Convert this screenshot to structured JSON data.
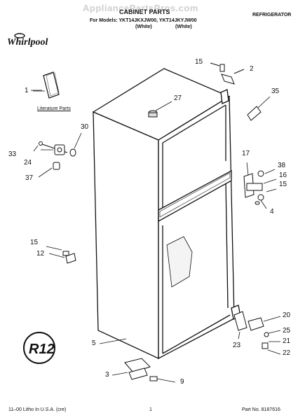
{
  "watermark": "AppliancePartsPros.com",
  "header": {
    "title": "CABINET PARTS",
    "models_line": "For Models: YKT14JKXJW00, YKT14JKYJW00",
    "color_left": "(White)",
    "color_right": "(White)",
    "category": "REFRIGERATOR",
    "brand": "Whirlpool"
  },
  "labels": {
    "literature": "Literature Parts"
  },
  "parts": {
    "p1": "1",
    "p2": "2",
    "p3": "3",
    "p4": "4",
    "p5": "5",
    "p9": "9",
    "p12": "12",
    "p15a": "15",
    "p15b": "15",
    "p15c": "15",
    "p16": "16",
    "p17": "17",
    "p20": "20",
    "p21": "21",
    "p22": "22",
    "p23": "23",
    "p24": "24",
    "p25": "25",
    "p27": "27",
    "p30": "30",
    "p33": "33",
    "p35": "35",
    "p37": "37",
    "p38": "38"
  },
  "footer": {
    "left": "11–00 Litho In U.S.A. (cre)",
    "center": "1",
    "right": "Part No. 8187616"
  },
  "badge": "R12"
}
